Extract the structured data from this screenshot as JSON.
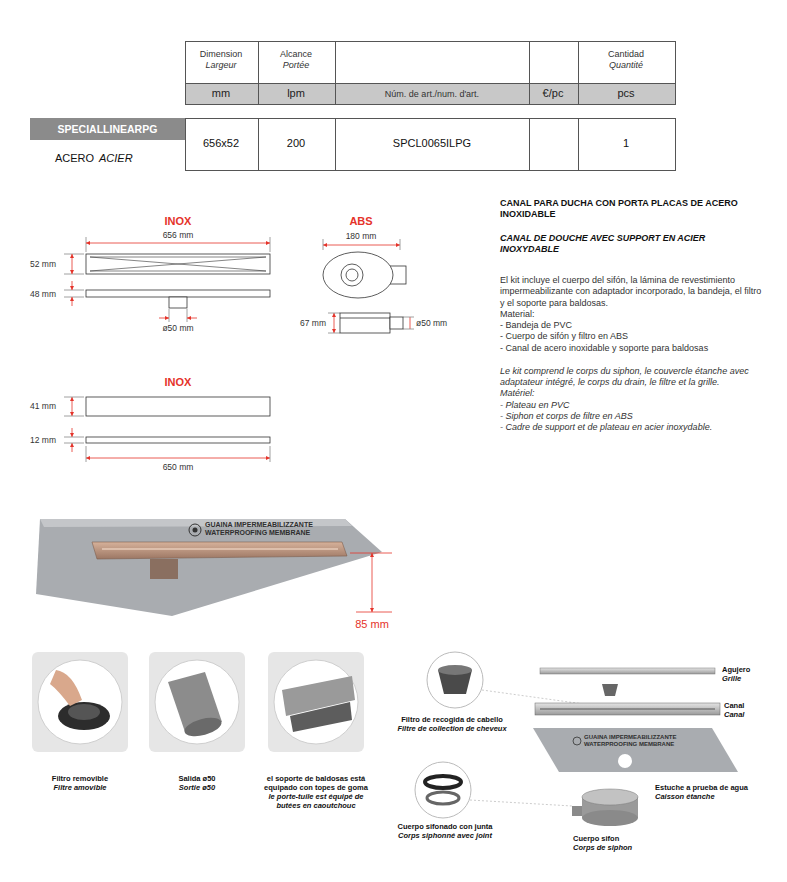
{
  "diagram": {
    "nodes": [
      {
        "text": [
          "SPECIALLINEARPG"
        ]
      }
    ],
    "labels": [
      "Dimension",
      "Largeur",
      "Alcance",
      "Portée",
      "Cantidad",
      "Quantité",
      "mm",
      "lpm",
      "Núm. de art./num. d'art.",
      "€/pc",
      "pcs",
      "ACERO",
      "ACIER",
      "656x52",
      "200",
      "SPCL0065ILPG",
      "1",
      "INOX",
      "656 mm",
      "52 mm",
      "48 mm",
      "ø50 mm",
      "ABS",
      "180 mm",
      "67 mm",
      "ø50 mm",
      "INOX",
      "41 mm",
      "12 mm",
      "650 mm",
      "CANAL PARA DUCHA CON PORTA PLACAS DE ACERO INOXIDABLE",
      "CANAL DE DOUCHE AVEC SUPPORT EN ACIER INOXYDABLE",
      "El kit incluye el cuerpo del sifón, la lámina de revestimiento impermeabilizante con adaptador incorporado, la bandeja, el filtro y el soporte para baldosas.",
      "Material:",
      "- Bandeja de PVC",
      "- Cuerpo de sifón y filtro en ABS",
      "- Canal de acero inoxidable y soporte para baldosas",
      "Le kit comprend le corps du siphon, le couvercle étanche avec adaptateur intégré, le corps du drain, le filtre et la grille.",
      "Matériel:",
      "- Plateau en PVC",
      "- Siphon et corps de filtre en ABS",
      "- Cadre de support et de plateau en acier inoxydable.",
      "GUAINA IMPERMEABILIZZANTE",
      "WATERPROOFING MEMBRANE",
      "85 mm",
      "Filtro removible",
      "Filtre amovible",
      "Salida ø50",
      "Sortie ø50",
      "el soporte de baldosas está equipado con topes de goma",
      "le porte-tuile est équipé de butées en caoutchouc",
      "Agujero",
      "Grille",
      "Canal",
      "Canal",
      "Filtro de recogida de cabello",
      "Filtre de collection de cheveux",
      "GUAINA IMPERMEABILIZZANTE",
      "WATERPROOFING MEMBRANE",
      "Estuche a prueba de agua",
      "Caisson étanche",
      "Cuerpo sifonado con junta",
      "Corps siphonné avec joint",
      "Cuerpo sifon",
      "Corps de siphon"
    ]
  }
}
